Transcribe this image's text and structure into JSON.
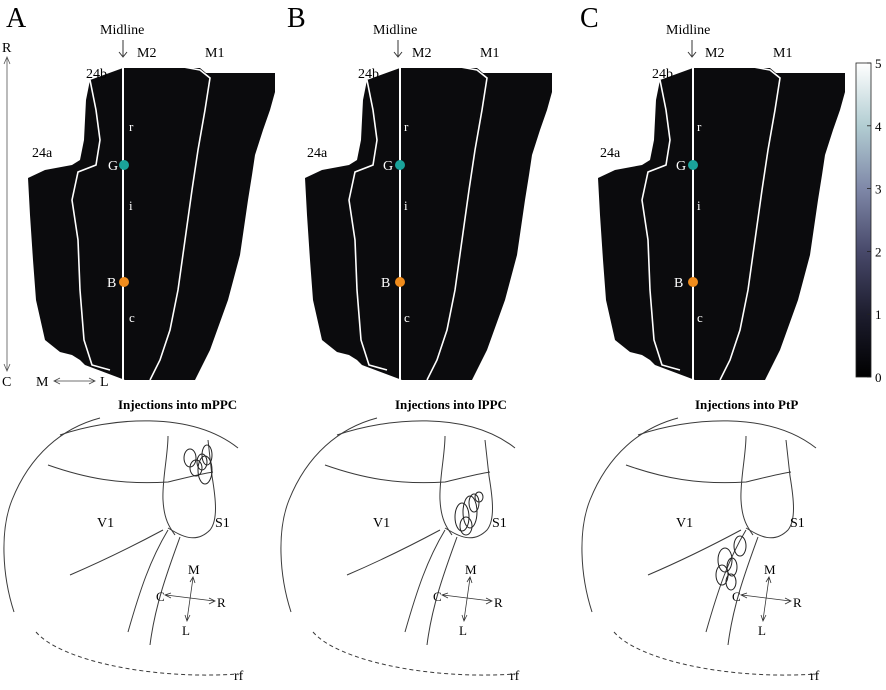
{
  "panels": [
    {
      "letter": "A",
      "midline": "Midline",
      "region_m2": "M2",
      "region_m1": "M1",
      "area_24b": "24b",
      "area_24a": "24a",
      "sub_r": "r",
      "sub_i": "i",
      "sub_c": "c",
      "marker_g": "G",
      "marker_b": "B",
      "injection_title": "Injections into mPPC",
      "label_v1": "V1",
      "label_s1": "S1",
      "label_rf": "rf"
    },
    {
      "letter": "B",
      "midline": "Midline",
      "region_m2": "M2",
      "region_m1": "M1",
      "area_24b": "24b",
      "area_24a": "24a",
      "sub_r": "r",
      "sub_i": "i",
      "sub_c": "c",
      "marker_g": "G",
      "marker_b": "B",
      "injection_title": "Injections into lPPC",
      "label_v1": "V1",
      "label_s1": "S1",
      "label_rf": "rf"
    },
    {
      "letter": "C",
      "midline": "Midline",
      "region_m2": "M2",
      "region_m1": "M1",
      "area_24b": "24b",
      "area_24a": "24a",
      "sub_r": "r",
      "sub_i": "i",
      "sub_c": "c",
      "marker_g": "G",
      "marker_b": "B",
      "injection_title": "Injections into PtP",
      "label_v1": "V1",
      "label_s1": "S1",
      "label_rf": "rf"
    }
  ],
  "axes": {
    "rostral": "R",
    "caudal": "C",
    "medial": "M",
    "lateral": "L"
  },
  "compass": {
    "m": "M",
    "l": "L",
    "c": "C",
    "r": "R"
  },
  "colorbar": {
    "ticks": [
      "5",
      "4",
      "3",
      "2",
      "1",
      "0"
    ],
    "range": [
      0,
      5
    ]
  },
  "colors": {
    "g_marker": "#1aa39a",
    "b_marker": "#f08c1c",
    "map_bg": "#0b0b0d"
  }
}
